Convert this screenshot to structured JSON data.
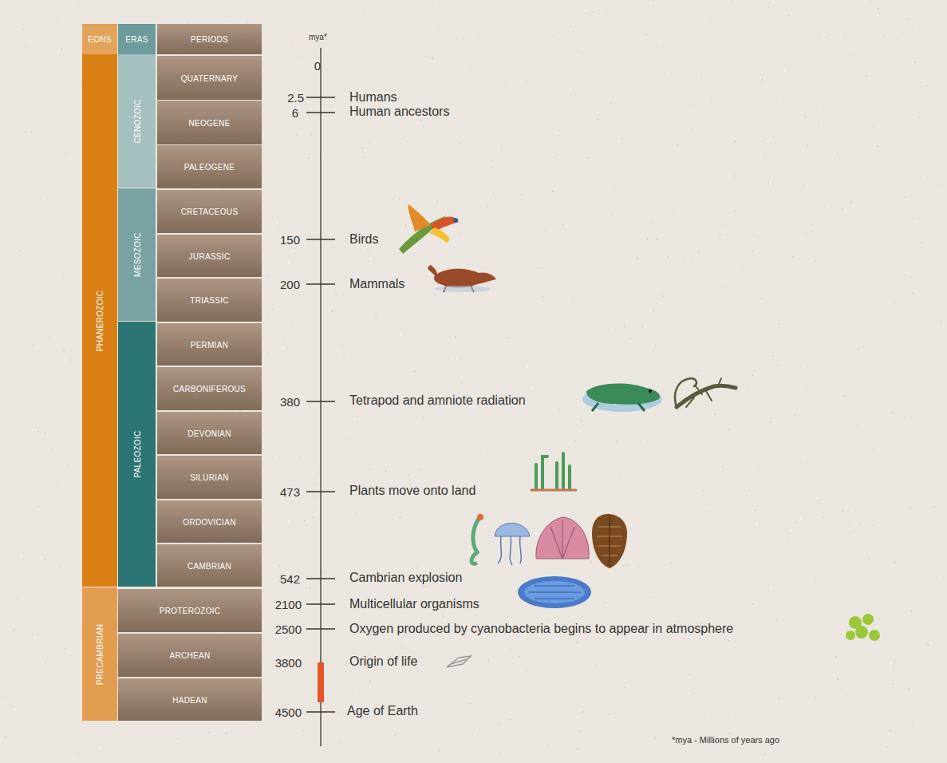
{
  "diagram": {
    "nodes": [
      {
        "text": [
          "EONS"
        ]
      },
      {
        "text": [
          "ERAS"
        ]
      },
      {
        "text": [
          "PERIODS"
        ]
      },
      {
        "text": [
          "PHANEROZOIC"
        ]
      },
      {
        "text": [
          "CENOZOIC"
        ]
      },
      {
        "text": [
          "QUATERNARY"
        ]
      },
      {
        "text": [
          "NEOGENE"
        ]
      },
      {
        "text": [
          "PALEOGENE"
        ]
      },
      {
        "text": [
          "MESOZOIC"
        ]
      },
      {
        "text": [
          "CRETACEOUS"
        ]
      },
      {
        "text": [
          "JURASSIC"
        ]
      },
      {
        "text": [
          "TRIASSIC"
        ]
      },
      {
        "text": [
          "PALEOZOIC"
        ]
      },
      {
        "text": [
          "PERMIAN"
        ]
      },
      {
        "text": [
          "CARBONIFEROUS"
        ]
      },
      {
        "text": [
          "DEVONIAN"
        ]
      },
      {
        "text": [
          "SILURIAN"
        ]
      },
      {
        "text": [
          "ORDOVICIAN"
        ]
      },
      {
        "text": [
          "CAMBRIAN"
        ]
      },
      {
        "text": [
          "PRECAMBRIAN"
        ]
      },
      {
        "text": [
          "PROTEROZOIC"
        ]
      },
      {
        "text": [
          "ARCHEAN"
        ]
      },
      {
        "text": [
          "HADEAN"
        ]
      }
    ],
    "labels": [
      "mya*",
      "0",
      "2.5",
      "Humans",
      "6",
      "Human ancestors",
      "150",
      "Birds",
      "200",
      "Mammals",
      "380",
      "Tetrapod and amniote radiation",
      "473",
      "Plants move onto land",
      "542",
      "Cambrian explosion",
      "2100",
      "Multicellular organisms",
      "2500",
      "Oxygen produced by cyanobacteria begins to appear in atmosphere",
      "3800",
      "Origin of life",
      "4500",
      "Age of Earth",
      "*mya - Millions of years ago"
    ]
  }
}
